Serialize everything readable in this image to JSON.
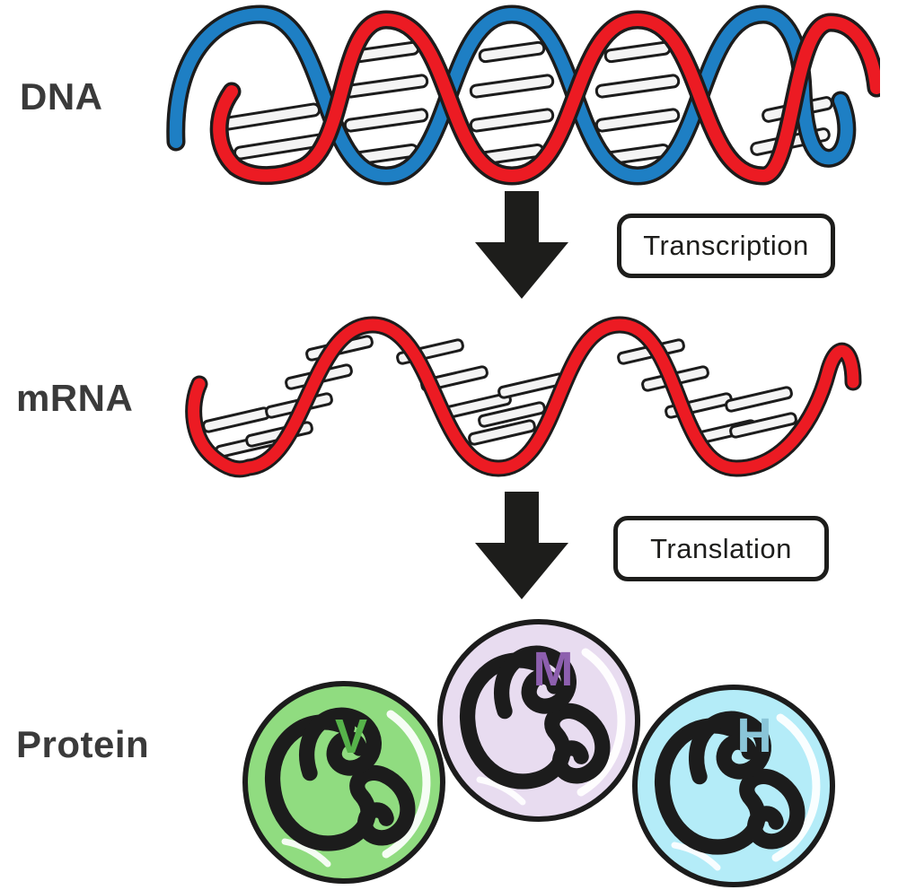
{
  "labels": {
    "dna": "DNA",
    "mrna": "mRNA",
    "protein": "Protein"
  },
  "steps": {
    "transcription": "Transcription",
    "translation": "Translation"
  },
  "proteins": [
    {
      "letter": "V",
      "color_name": "green"
    },
    {
      "letter": "M",
      "color_name": "purple"
    },
    {
      "letter": "H",
      "color_name": "cyan"
    }
  ],
  "colors": {
    "label_text": "#3a3a3a",
    "arrow_black": "#1d1d1b",
    "outline_black": "#1c1c1c",
    "dna_strand_blue": "#1e7fc4",
    "dna_strand_red": "#ec1b23",
    "mrna_strand_red": "#ec1b23",
    "rung_fill": "#f4f4f4",
    "protein_green": {
      "circle": "#90dc80",
      "knot": "#6fc35e",
      "knot_light": "#c9eebc",
      "letter": "#56b24a"
    },
    "protein_purple": {
      "circle": "#e8dcf0",
      "knot": "#a47fc2",
      "knot_light": "#e2d2ee",
      "letter": "#8d5fae"
    },
    "protein_cyan": {
      "circle": "#b4ecf8",
      "knot": "#96d2e4",
      "knot_light": "#e0f6fc",
      "letter": "#8ac5d8"
    }
  }
}
